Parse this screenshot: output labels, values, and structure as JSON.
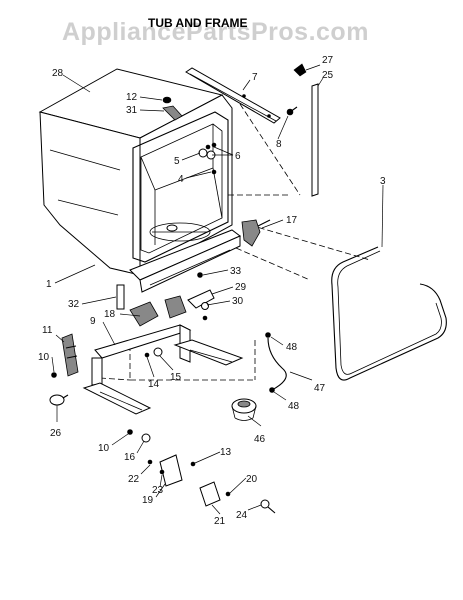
{
  "watermark": "AppliancePartsPros.com",
  "title": "TUB AND FRAME",
  "callouts": {
    "c1": "1",
    "c3": "3",
    "c4": "4",
    "c5": "5",
    "c6": "6",
    "c7": "7",
    "c8": "8",
    "c9": "9",
    "c10a": "10",
    "c10b": "10",
    "c11": "11",
    "c12": "12",
    "c13": "13",
    "c14": "14",
    "c15": "15",
    "c16": "16",
    "c17": "17",
    "c18": "18",
    "c19": "19",
    "c20": "20",
    "c21": "21",
    "c22": "22",
    "c23": "23",
    "c24": "24",
    "c25": "25",
    "c26": "26",
    "c27": "27",
    "c28": "28",
    "c29": "29",
    "c30": "30",
    "c31": "31",
    "c32": "32",
    "c33": "33",
    "c46": "46",
    "c47": "47",
    "c48a": "48",
    "c48b": "48"
  }
}
